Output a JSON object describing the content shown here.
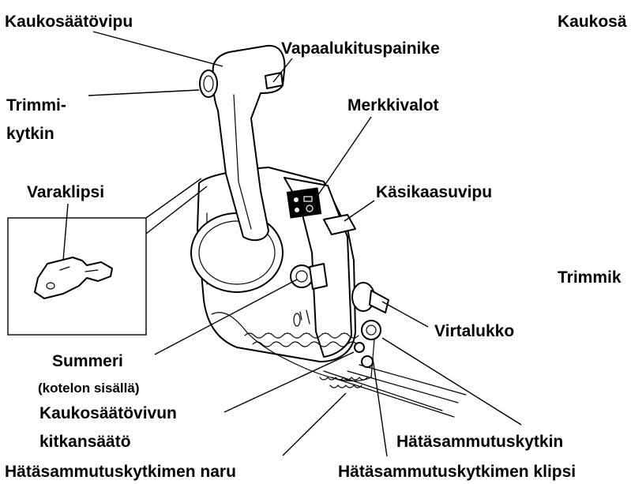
{
  "labels": {
    "remote_lever": "Kaukosäätövipu",
    "free_accel_button": "Vapaalukituspainike",
    "trim_switch_line1": "Trimmi-",
    "trim_switch_line2": "kytkin",
    "indicator_lights": "Merkkivalot",
    "spare_clip": "Varaklipsi",
    "hand_throttle": "Käsikaasuvipu",
    "main_switch": "Virtalukko",
    "buzzer": "Summeri",
    "buzzer_note": "(kotelon sisällä)",
    "friction_adjuster_line1": "Kaukosäätövivun",
    "friction_adjuster_line2": "kitkansäätö",
    "stop_switch": "Hätäsammutuskytkin",
    "stop_lanyard": "Hätäsammutuskytkimen naru",
    "stop_clip": "Hätäsammutuskytkimen klipsi",
    "cut_right_top": "Kaukosä",
    "cut_right_mid": "Trimmik"
  }
}
